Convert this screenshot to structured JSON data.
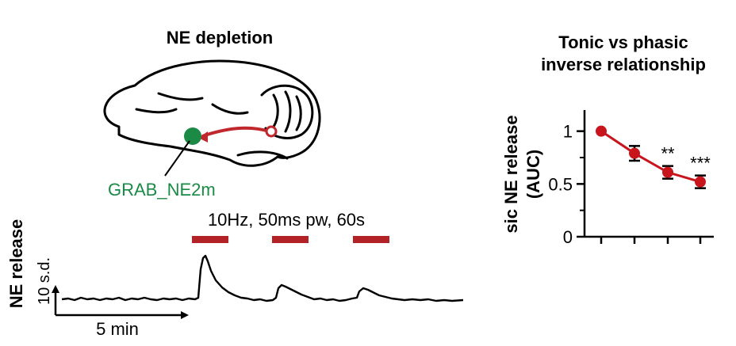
{
  "left_panel": {
    "title": "NE depletion",
    "sensor_label": "GRAB_NE2m",
    "stim_label": "10Hz, 50ms pw, 60s",
    "y_axis_label": "NE release",
    "y_scale_label": "10 s.d.",
    "x_scale_label": "5 min",
    "colors": {
      "sensor": "#1a8a45",
      "projection": "#c0282d",
      "stim": "#b22226",
      "trace": "#000000"
    }
  },
  "right_panel": {
    "title_line1": "Tonic vs phasic",
    "title_line2": "inverse relationship",
    "ylabel_line1": "sic NE release",
    "ylabel_line2": "(AUC)",
    "color": "#c8141b"
  },
  "chart_data": {
    "type": "line",
    "title": "Tonic vs phasic inverse relationship",
    "ylabel": "sic NE release (AUC)",
    "ylim": [
      0,
      1.2
    ],
    "yticks": [
      0,
      0.5,
      1
    ],
    "ytick_labels": [
      "0",
      "0.5",
      "1"
    ],
    "x": [
      1,
      2,
      3,
      4
    ],
    "values": [
      1.0,
      0.79,
      0.61,
      0.52
    ],
    "errors": [
      0,
      0.07,
      0.06,
      0.06
    ],
    "significance": [
      "",
      "",
      "**",
      "***"
    ],
    "grid": false
  }
}
